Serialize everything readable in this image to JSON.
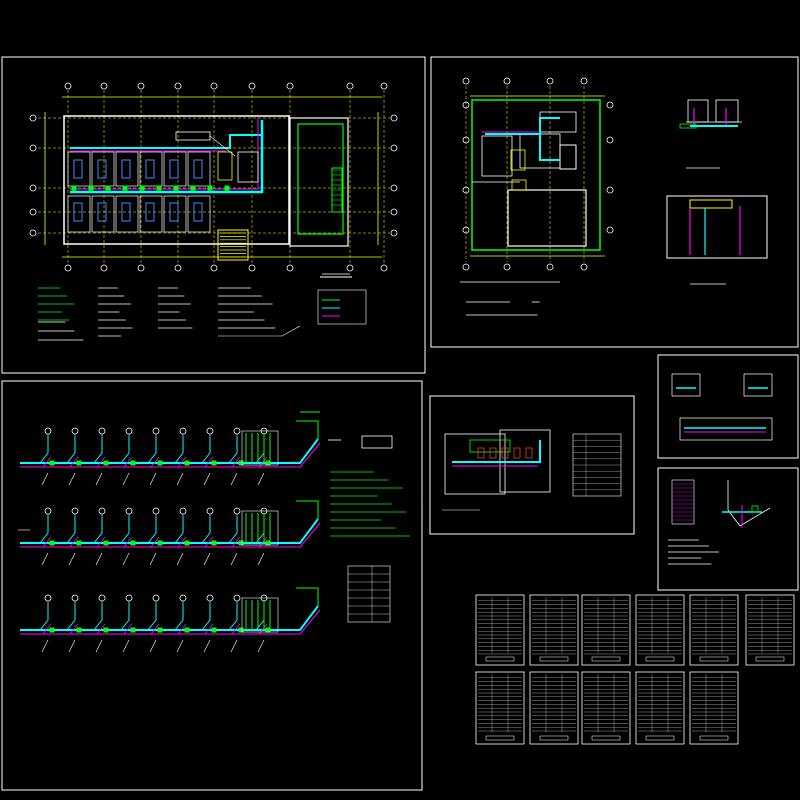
{
  "colors": {
    "background": "#000000",
    "frame": "#ffffff",
    "wall": "#ffffff",
    "axis": "#ffff00",
    "supply_pipe": "#00ffff",
    "return_pipe": "#ff00ff",
    "equipment": "#00ff00",
    "duct": "#4488ff",
    "accent_red": "#ff3030"
  },
  "sheets": [
    {
      "id": "floor-plan-sheet",
      "content": "floor-plan"
    },
    {
      "id": "equipment-room-sheet",
      "content": "equipment-room"
    },
    {
      "id": "pipe-system-sheet",
      "content": "pipe-system"
    },
    {
      "id": "detail-sheet-a",
      "content": "detail-a"
    },
    {
      "id": "detail-sheet-b",
      "content": "detail-b"
    },
    {
      "id": "detail-sheet-c",
      "content": "detail-c"
    },
    {
      "id": "material-table-sheet",
      "content": "tables"
    }
  ]
}
